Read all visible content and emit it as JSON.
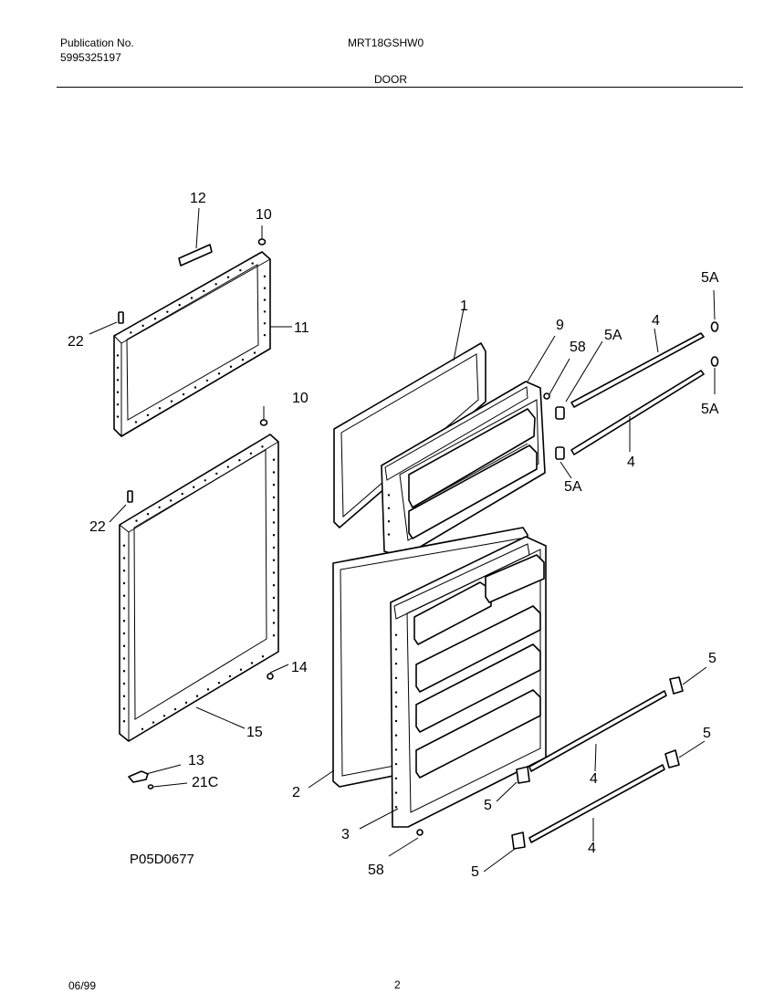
{
  "header": {
    "publication_label": "Publication No.",
    "publication_number": "5995325197",
    "model": "MRT18GSHW0",
    "section": "DOOR"
  },
  "diagram": {
    "drawing_code": "P05D0677",
    "callouts": {
      "c12": "12",
      "c10a": "10",
      "c22a": "22",
      "c11": "11",
      "c10b": "10",
      "c22b": "22",
      "c14": "14",
      "c15": "15",
      "c13": "13",
      "c21c": "21C",
      "c1": "1",
      "c9": "9",
      "c58a": "58",
      "c5a_top_left": "5A",
      "c4a": "4",
      "c5a_top_right": "5A",
      "c5a_mid_right": "5A",
      "c4b": "4",
      "c5a_low_left": "5A",
      "c2": "2",
      "c3": "3",
      "c58b": "58",
      "c5_r1": "5",
      "c5_r2": "5",
      "c4c": "4",
      "c5_l1": "5",
      "c4d": "4",
      "c5_l2": "5"
    }
  },
  "footer": {
    "date": "06/99",
    "page": "2"
  }
}
